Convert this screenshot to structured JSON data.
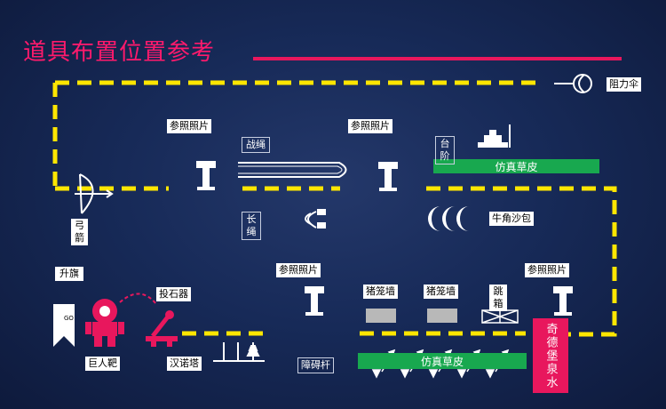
{
  "title": "道具布置位置参考",
  "labels": {
    "stop_sign": "阻力伞",
    "bow": "弓箭",
    "photo_1": "参照照片",
    "photo_2": "参照照片",
    "photo_3": "参照照片",
    "photo_4": "参照照片",
    "battle_rope": "战绳",
    "long_rope": "长绳",
    "sandbag": "牛角沙包",
    "flag": "升旗",
    "stone_thrower": "投石器",
    "giant_target": "巨人靶",
    "hanoi_tower": "汉诺塔",
    "obstacle_bar": "障碍杆",
    "barrier_1": "猪笼墙",
    "barrier_2": "猪笼墙",
    "net": "跳箱",
    "stairs": "台阶",
    "grass_top": "仿真草皮",
    "grass_bottom": "仿真草皮",
    "fountain": "奇德堡泉水",
    "go_text": "GO"
  },
  "colors": {
    "path": "#ffe600",
    "accent": "#e8175d",
    "grass": "#18a84f",
    "barrier": "#b8b8b8",
    "icon": "#ffffff"
  }
}
